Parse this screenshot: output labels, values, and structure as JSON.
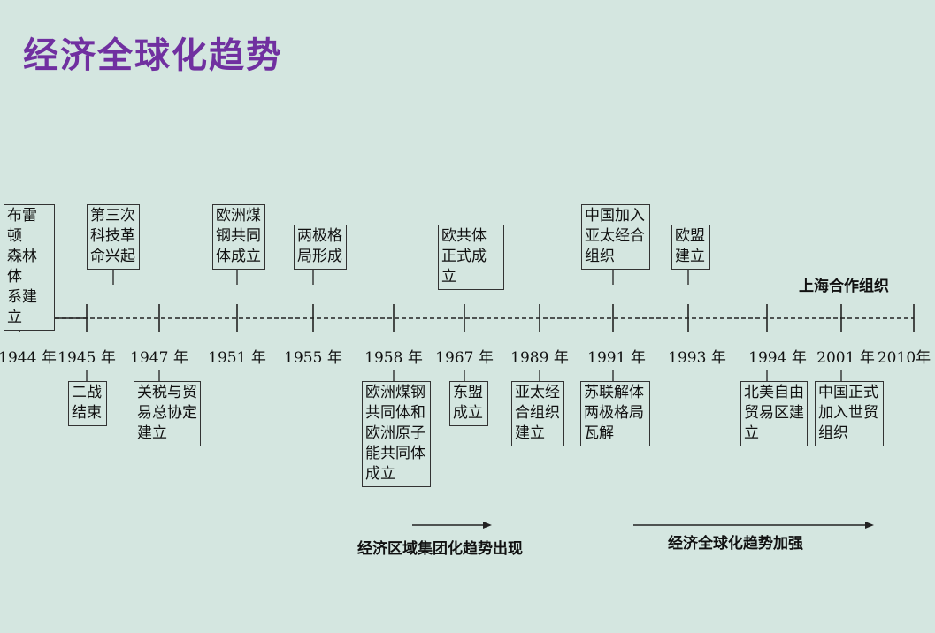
{
  "title": "经济全球化趋势",
  "years": [
    "1944 年",
    "1945 年",
    "1947 年",
    "1951 年",
    "1955 年",
    "1958 年",
    "1967 年",
    "1989 年",
    "1991 年",
    "1993 年",
    "1994 年",
    "2001 年",
    "2010年"
  ],
  "events_above": [
    "布雷顿\n森林体\n系建立",
    "第三次\n科技革\n命兴起",
    "欧洲煤\n钢共同\n体成立",
    "两极格\n局形成",
    "欧共体\n正式成立",
    "中国加入\n亚太经合\n组织",
    "欧盟\n建立"
  ],
  "events_below": [
    "二战\n结束",
    "关税与贸\n易总协定\n建立",
    "欧洲煤钢\n共同体和\n欧洲原子\n能共同体\n成立",
    "东盟\n成立",
    "亚太经\n合组织\n建立",
    "苏联解体\n两极格局\n瓦解",
    "北美自由\n贸易区建\n立",
    "中国正式\n加入世贸\n组织"
  ],
  "sco_label": "上海合作组织",
  "trends": [
    "经济区域集团化趋势出现",
    "经济全球化趋势加强"
  ]
}
